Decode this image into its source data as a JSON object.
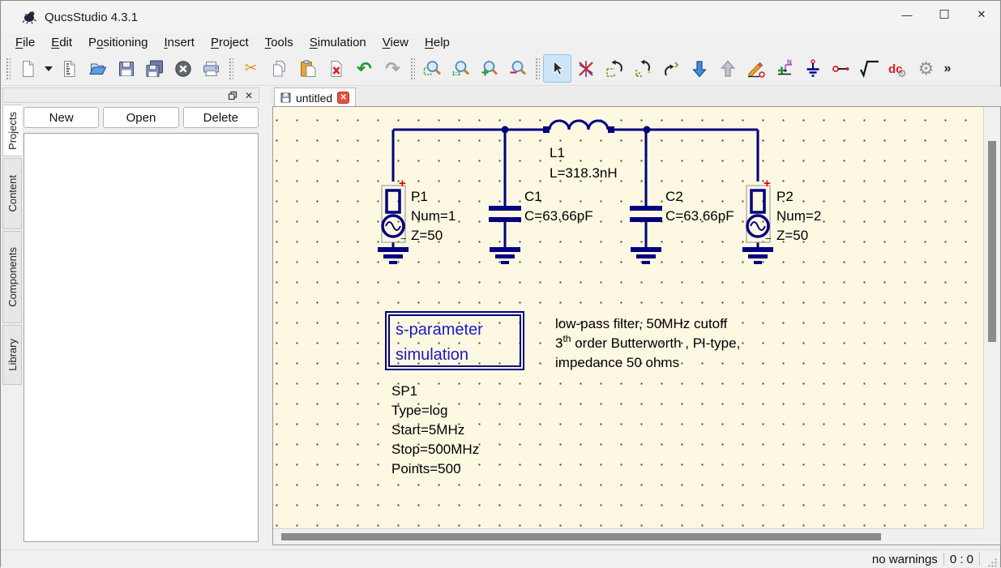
{
  "window": {
    "title": "QucsStudio 4.3.1",
    "controls": {
      "minimize": "—",
      "maximize": "☐",
      "close": "✕"
    }
  },
  "menu": {
    "items": [
      {
        "label": "File",
        "mnemonic": 0
      },
      {
        "label": "Edit",
        "mnemonic": 0
      },
      {
        "label": "Positioning",
        "mnemonic": 1
      },
      {
        "label": "Insert",
        "mnemonic": 0
      },
      {
        "label": "Project",
        "mnemonic": 0
      },
      {
        "label": "Tools",
        "mnemonic": 0
      },
      {
        "label": "Simulation",
        "mnemonic": 0
      },
      {
        "label": "View",
        "mnemonic": 0
      },
      {
        "label": "Help",
        "mnemonic": 0
      }
    ]
  },
  "toolbar": {
    "buttons": [
      {
        "name": "new-document"
      },
      {
        "name": "new-document-dropdown"
      },
      {
        "name": "new-text-document"
      },
      {
        "name": "open-document"
      },
      {
        "name": "save-document"
      },
      {
        "name": "save-all-documents"
      },
      {
        "name": "close-document"
      },
      {
        "name": "print-document"
      },
      {
        "name": "cut"
      },
      {
        "name": "copy"
      },
      {
        "name": "paste"
      },
      {
        "name": "delete"
      },
      {
        "name": "undo"
      },
      {
        "name": "redo"
      },
      {
        "name": "zoom-fit"
      },
      {
        "name": "zoom-1-1"
      },
      {
        "name": "zoom-in"
      },
      {
        "name": "zoom-out"
      },
      {
        "name": "select",
        "active": true
      },
      {
        "name": "deactivate-component"
      },
      {
        "name": "move-component-text"
      },
      {
        "name": "rotate-component"
      },
      {
        "name": "mirror-component"
      },
      {
        "name": "go-into-subcircuit"
      },
      {
        "name": "pop-out-subcircuit"
      },
      {
        "name": "insert-wire-label"
      },
      {
        "name": "insert-node-name"
      },
      {
        "name": "insert-ground"
      },
      {
        "name": "insert-port"
      },
      {
        "name": "insert-equation"
      },
      {
        "name": "dc-bias-simulation"
      },
      {
        "name": "simulation-settings"
      },
      {
        "name": "more-buttons"
      }
    ],
    "glyphs": {
      "cut": "✂",
      "undo": "↶",
      "redo": "↷",
      "zoom_ratio": "1:1",
      "pencil": "✎",
      "sqrt_x": "√x",
      "dc": "dc",
      "gear": "⚙",
      "more": "»",
      "node_plus": "+",
      "node_n": "N"
    },
    "select_active": true
  },
  "sidebar": {
    "panel_buttons": [
      {
        "label": "New"
      },
      {
        "label": "Open"
      },
      {
        "label": "Delete"
      }
    ],
    "tabs": [
      {
        "label": "Projects",
        "active": true
      },
      {
        "label": "Content",
        "active": false
      },
      {
        "label": "Components",
        "active": false
      },
      {
        "label": "Library",
        "active": false
      }
    ]
  },
  "document_tabs": [
    {
      "label": "untitled",
      "active": true
    }
  ],
  "schematic": {
    "ports": [
      {
        "name": "P1",
        "params": [
          "Num=1",
          "Z=50"
        ],
        "plus": "+",
        "minus": "−"
      },
      {
        "name": "P2",
        "params": [
          "Num=2",
          "Z=50"
        ],
        "plus": "+",
        "minus": "−"
      }
    ],
    "capacitors": [
      {
        "name": "C1",
        "value": "C=63.66pF"
      },
      {
        "name": "C2",
        "value": "C=63.66pF"
      }
    ],
    "inductor": {
      "name": "L1",
      "value": "L=318.3nH"
    },
    "simulation_box": {
      "line1": "s-parameter",
      "line2": "simulation"
    },
    "comment": {
      "line1": "low-pass filter, 50MHz cutoff",
      "line2_num": "3",
      "line2_sup": "th",
      "line2_rest": " order Butterworth , PI-type,",
      "line3": "impedance 50 ohms"
    },
    "sp": {
      "lines": [
        "SP1",
        "Type=log",
        "Start=5MHz",
        "Stop=500MHz",
        "Points=500"
      ]
    }
  },
  "status": {
    "warnings": "no warnings",
    "position": "0 : 0"
  },
  "colors": {
    "wire": "#000080",
    "canvas_bg": "#fdf8e2",
    "sim_text": "#1a1acc",
    "red_mark": "#e00000",
    "selected_tool_bg": "#cde6f7"
  }
}
